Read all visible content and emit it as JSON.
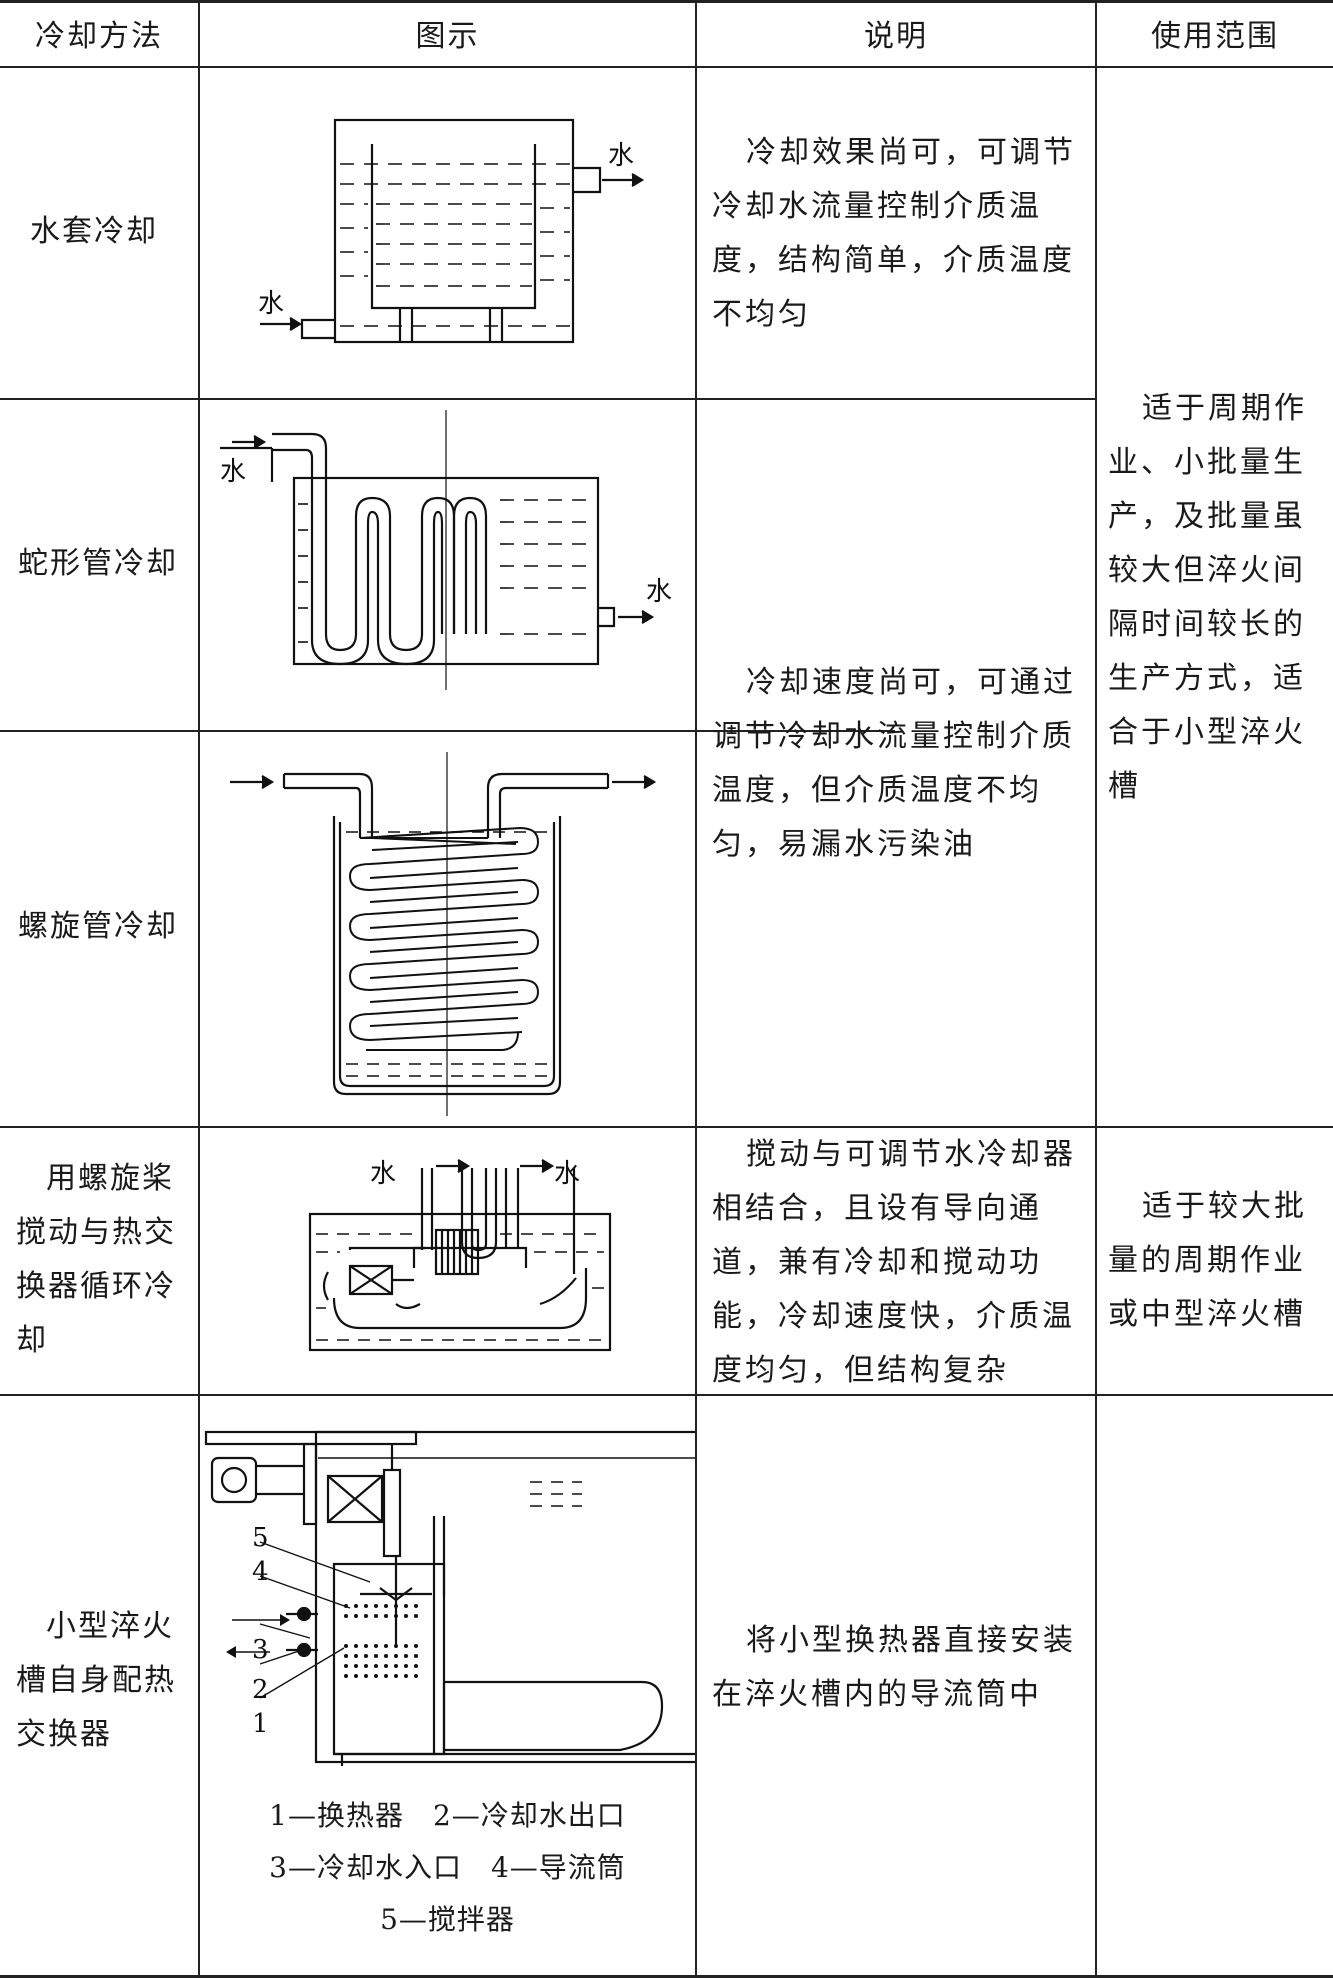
{
  "headers": [
    "冷却方法",
    "图示",
    "说明",
    "使用范围"
  ],
  "rows": [
    {
      "method": "水套冷却",
      "note": "冷却效果尚可，可调节冷却水流量控制介质温度，结构简单，介质温度不均匀"
    },
    {
      "method": "蛇形管冷却"
    },
    {
      "method": "螺旋管冷却"
    },
    {
      "method": "用螺旋桨搅动与热交换器循环冷却",
      "note": "搅动与可调节水冷却器相结合，且设有导向通道，兼有冷却和搅动功能，冷却速度快，介质温度均匀，但结构复杂",
      "scope": "适于较大批量的周期作业或中型淬火槽"
    },
    {
      "method": "小型淬火槽自身配热交换器",
      "note": "将小型换热器直接安装在淬火槽内的导流筒中"
    }
  ],
  "merged_note_rows_2_3": "冷却速度尚可，可通过调节冷却水流量控制介质温度，但介质温度不均匀，易漏水污染油",
  "merged_scope_rows_1_3": "适于周期作业、小批量生产，及批量虽较大但淬火间隔时间较长的生产方式，适合于小型淬火槽",
  "figure_labels": {
    "water": "水",
    "num1": "1",
    "num2": "2",
    "num3": "3",
    "num4": "4",
    "num5": "5"
  },
  "legend": {
    "line1": "1—换热器　2—冷却水出口",
    "line2": "3—冷却水入口　4—导流筒",
    "line3": "5—搅拌器"
  }
}
